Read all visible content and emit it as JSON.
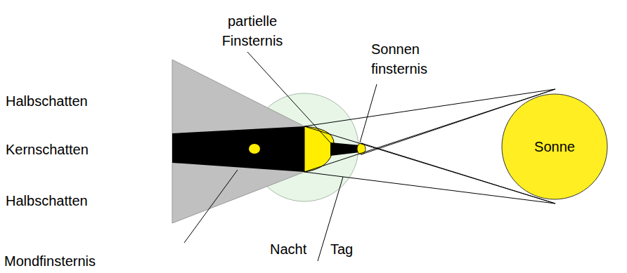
{
  "diagram": {
    "nodes": [
      {
        "text": [
          "Sonne"
        ]
      }
    ],
    "labels": [
      "partielle Finsternis",
      "Sonnen finsternis",
      "Halbschatten",
      "Kernschatten",
      "Halbschatten",
      "Nacht",
      "Tag",
      "Mondfinsternis"
    ]
  }
}
